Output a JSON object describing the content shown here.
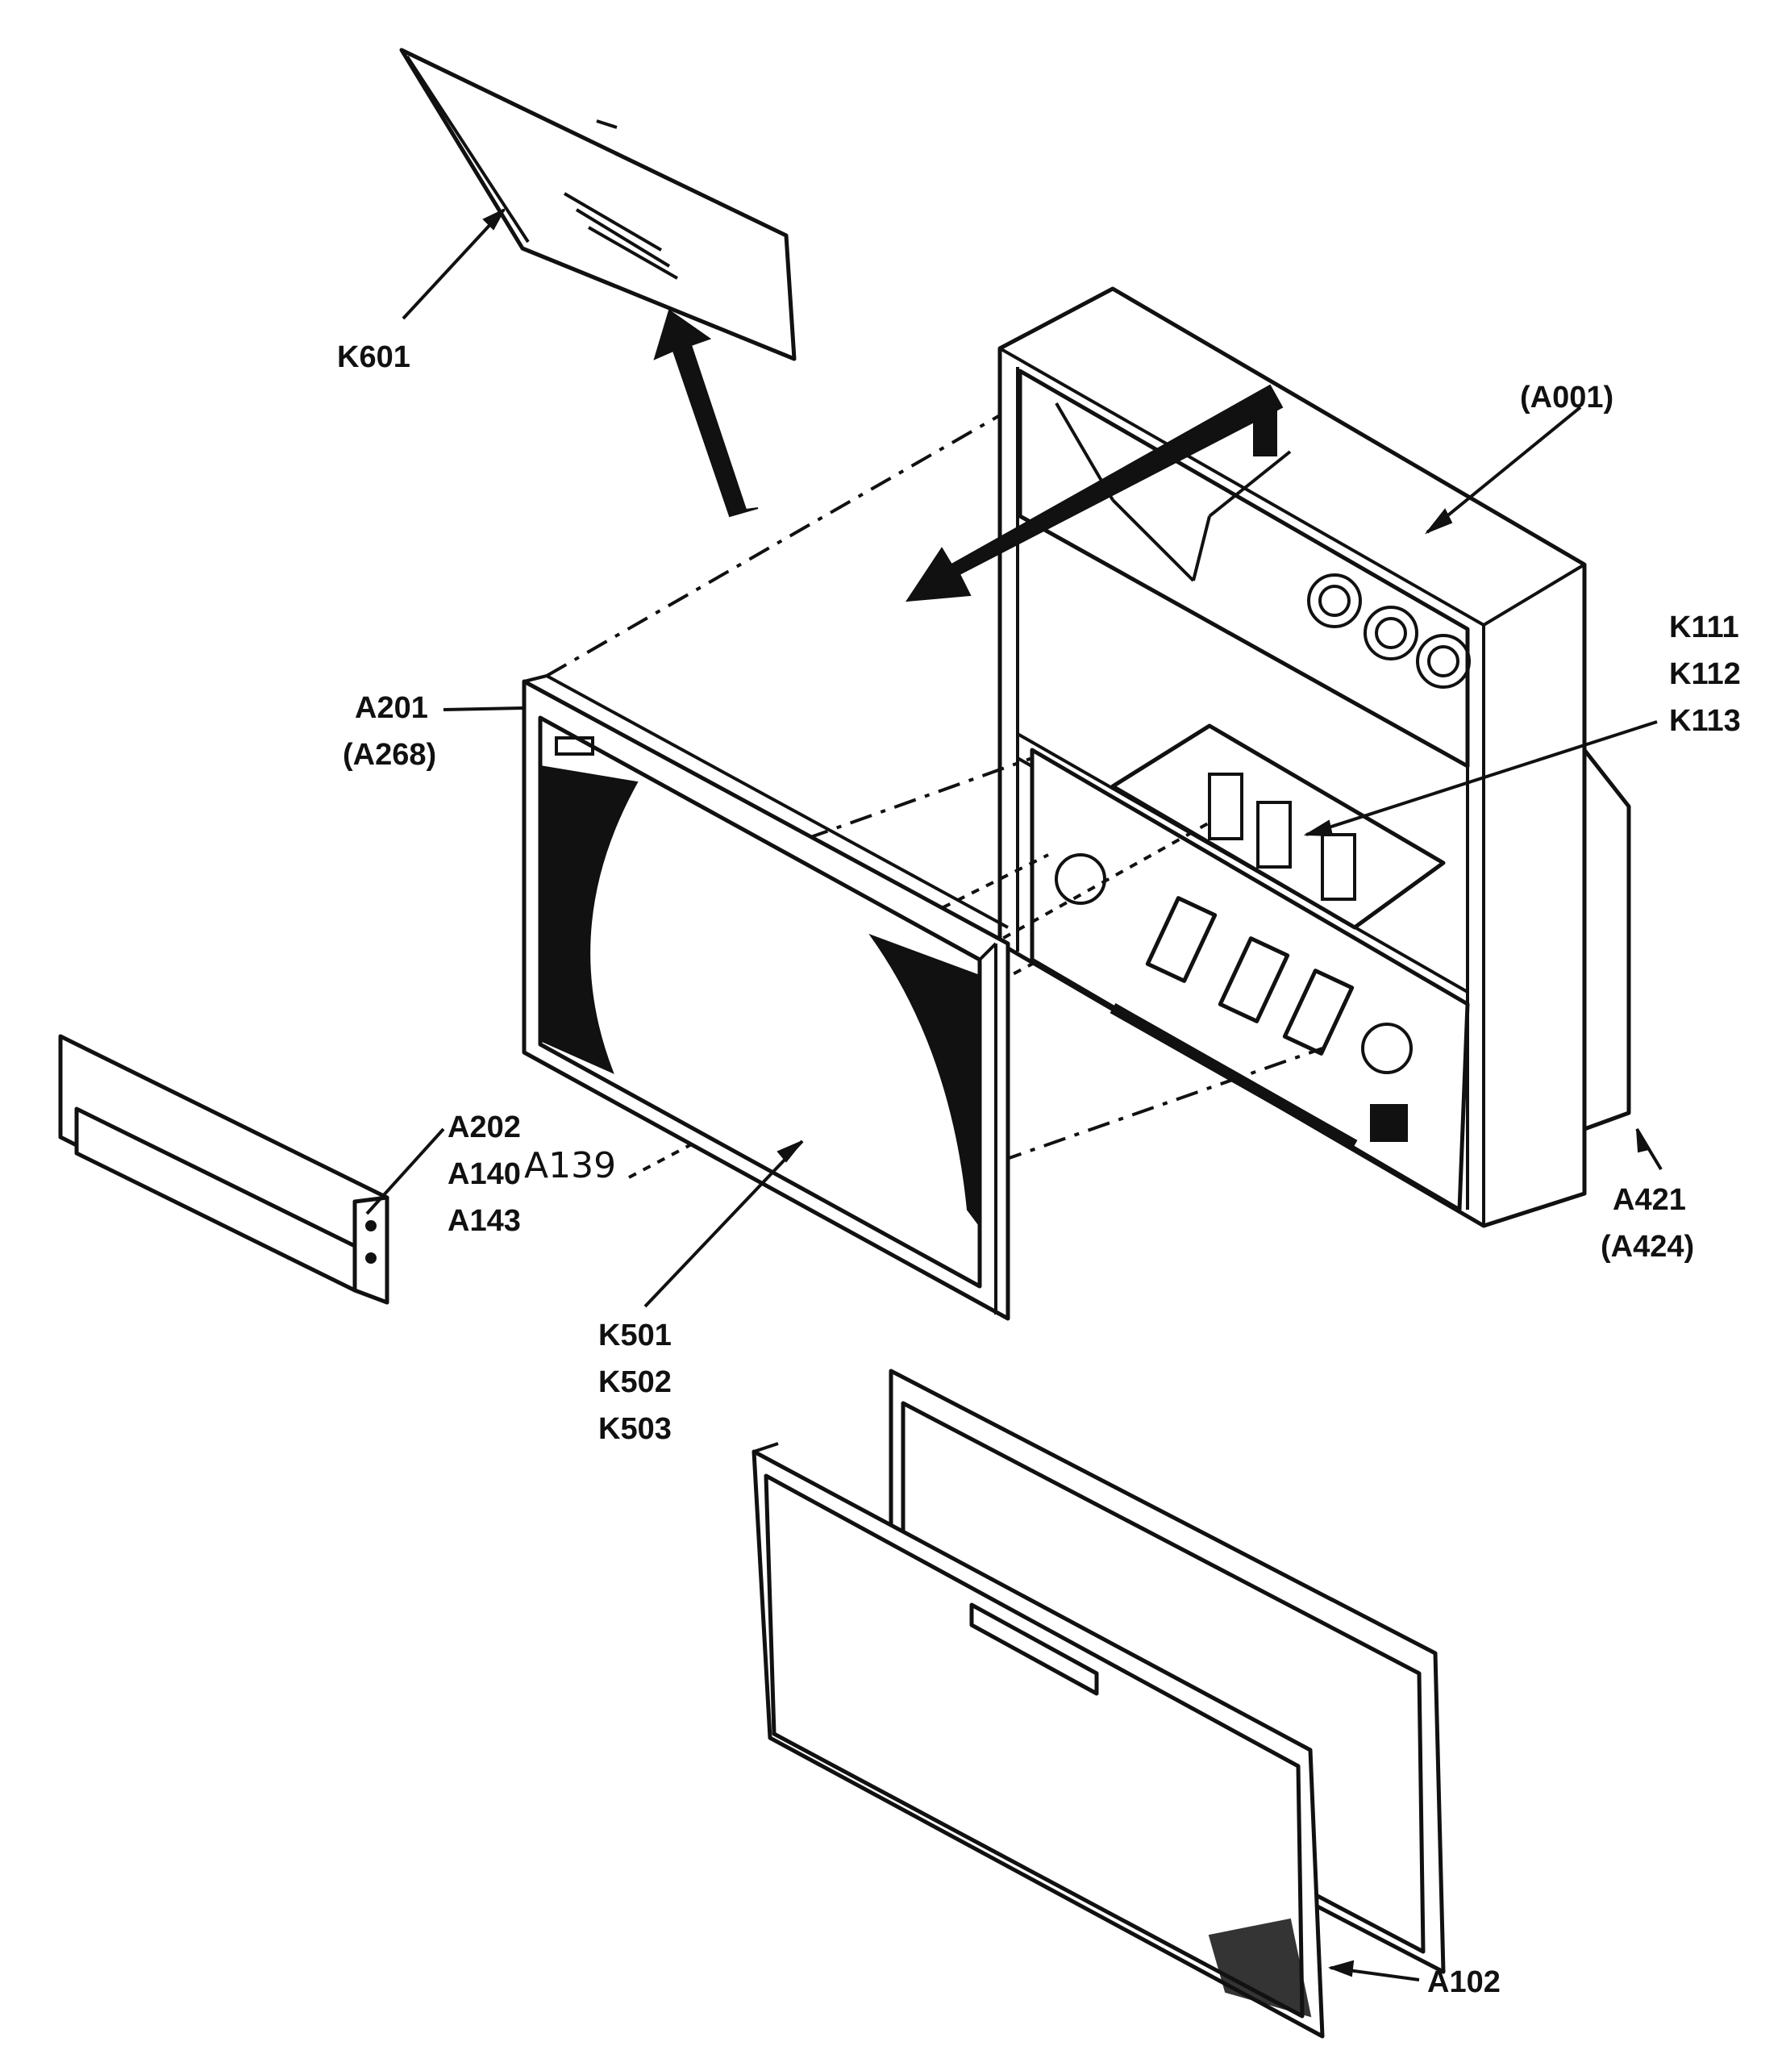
{
  "diagram": {
    "labels": {
      "k601": "K601",
      "a001": "(A001)",
      "k111": "K111",
      "k112": "K112",
      "k113": "K113",
      "a201": "A201",
      "a268": "(A268)",
      "a202": "A202",
      "a140": "A140",
      "a139": "A139",
      "a143": "A143",
      "k501": "K501",
      "k502": "K502",
      "k503": "K503",
      "a421": "A421",
      "a424": "(A424)",
      "a102": "A102"
    }
  }
}
